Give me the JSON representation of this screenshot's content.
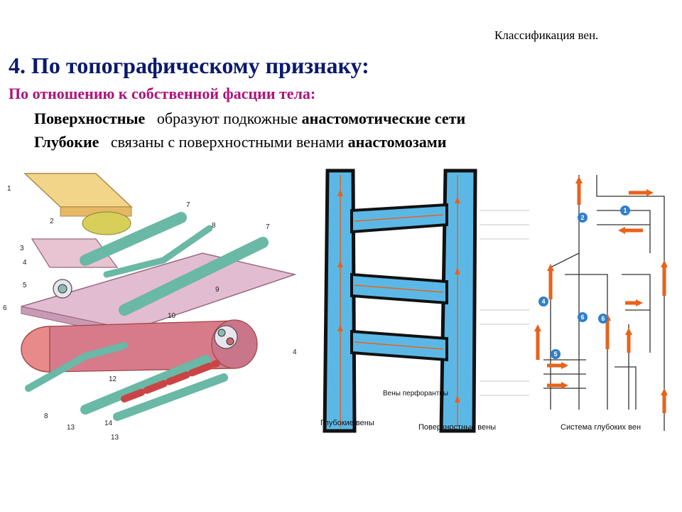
{
  "header": {
    "slide_caption": "Классификация вен.",
    "title": "4. По топографическому признаку:",
    "subtitle": "По отношению к собственной фасции тела:"
  },
  "lines": {
    "superficial_term": "Поверхностные",
    "superficial_text": "образуют подкожные",
    "superficial_bold": "анастомотические сети",
    "deep_term": "Глубокие",
    "deep_text": "связаны с поверхностными венами",
    "deep_bold": "анастомозами"
  },
  "figure1": {
    "labels": [
      "1",
      "2",
      "3",
      "4",
      "5",
      "6",
      "7",
      "8",
      "7",
      "9",
      "10",
      "4",
      "12",
      "8",
      "13",
      "14",
      "13"
    ]
  },
  "figure2": {
    "label_perforating": "Вены перфорантны",
    "label_deep": "Глубокие вены",
    "label_superficial": "Поверхностные вены"
  },
  "figure3": {
    "badges": [
      "1",
      "2",
      "4",
      "6",
      "6",
      "5"
    ],
    "label_system": "Система глубоких вен"
  },
  "colors": {
    "title": "#0a1a6e",
    "subtitle": "#b0127a",
    "vein_blue": "#5bb8e6",
    "arrow_orange": "#e8621a",
    "badge_blue": "#2f7fc8"
  }
}
